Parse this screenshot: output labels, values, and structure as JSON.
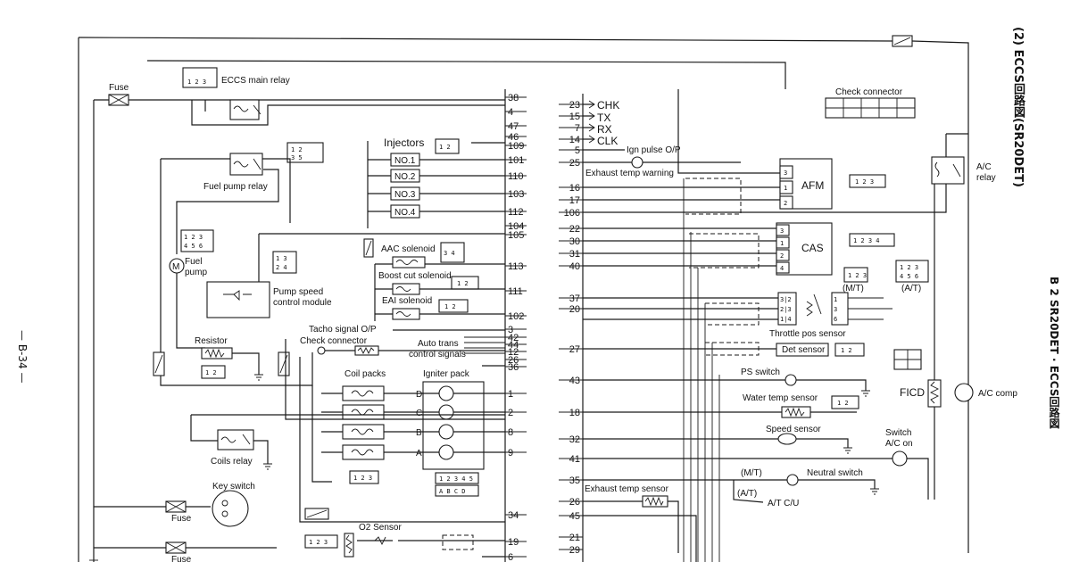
{
  "page_number": "— B-34 —",
  "side_title": "(2) ECCS回路図(SR20DET)",
  "side_title_right": "B 2 SR20DET · ECCS回路図",
  "fuse_label": "Fuse",
  "eccs_relay": "ECCS main relay",
  "injectors": "Injectors",
  "injector_labels": [
    "NO.1",
    "NO.2",
    "NO.3",
    "NO.4"
  ],
  "fuel_pump_relay": "Fuel pump relay",
  "fuel_pump": "Fuel",
  "fuel_pump2": "pump",
  "pump_speed_1": "Pump speed",
  "pump_speed_2": "control module",
  "aac_solenoid": "AAC solenoid",
  "boost_cut": "Boost cut solenoid",
  "eai_solenoid": "EAI solenoid",
  "resistor": "Resistor",
  "tacho": "Tacho signal O/P",
  "check_connector": "Check connector",
  "auto_trans_1": "Auto trans",
  "auto_trans_2": "control signals",
  "coil_packs": "Coil packs",
  "igniter_pack": "Igniter pack",
  "igniter_letters": [
    "D",
    "C",
    "B",
    "A"
  ],
  "coils_relay": "Coils relay",
  "key_switch": "Key switch",
  "o2_sensor": "O2 Sensor",
  "left_pins": [
    "38",
    "4",
    "47",
    "46",
    "109",
    "101",
    "110",
    "103",
    "112",
    "104",
    "105",
    "113",
    "111",
    "102",
    "3",
    "42",
    "44",
    "12",
    "26",
    "36",
    "1",
    "2",
    "8",
    "9",
    "34",
    "19",
    "6"
  ],
  "right_pins": [
    "23",
    "15",
    "7",
    "14",
    "5",
    "25",
    "16",
    "17",
    "106",
    "22",
    "30",
    "31",
    "40",
    "37",
    "20",
    "27",
    "43",
    "18",
    "32",
    "41",
    "35",
    "26",
    "45",
    "21",
    "29"
  ],
  "chk": "CHK",
  "tx": "TX",
  "rx": "RX",
  "clk": "CLK",
  "ign_pulse": "Ign pulse O/P",
  "exhaust_warning": "Exhaust temp warning",
  "afm": "AFM",
  "cas": "CAS",
  "check_connector_top": "Check connector",
  "ac_relay_1": "A/C",
  "ac_relay_2": "relay",
  "mt": "(M/T)",
  "at": "(A/T)",
  "throttle_sensor": "Throttle pos sensor",
  "det_sensor": "Det sensor",
  "ps_switch": "PS switch",
  "water_temp": "Water temp sensor",
  "speed_sensor": "Speed sensor",
  "switch_ac_1": "Switch",
  "switch_ac_2": "A/C on",
  "neutral_switch": "Neutral switch",
  "mt2": "(M/T)",
  "at2": "(A/T)",
  "at_cu": "A/T C/U",
  "exhaust_sensor": "Exhaust temp sensor",
  "ficd": "FICD",
  "ac_comp": "A/C comp"
}
